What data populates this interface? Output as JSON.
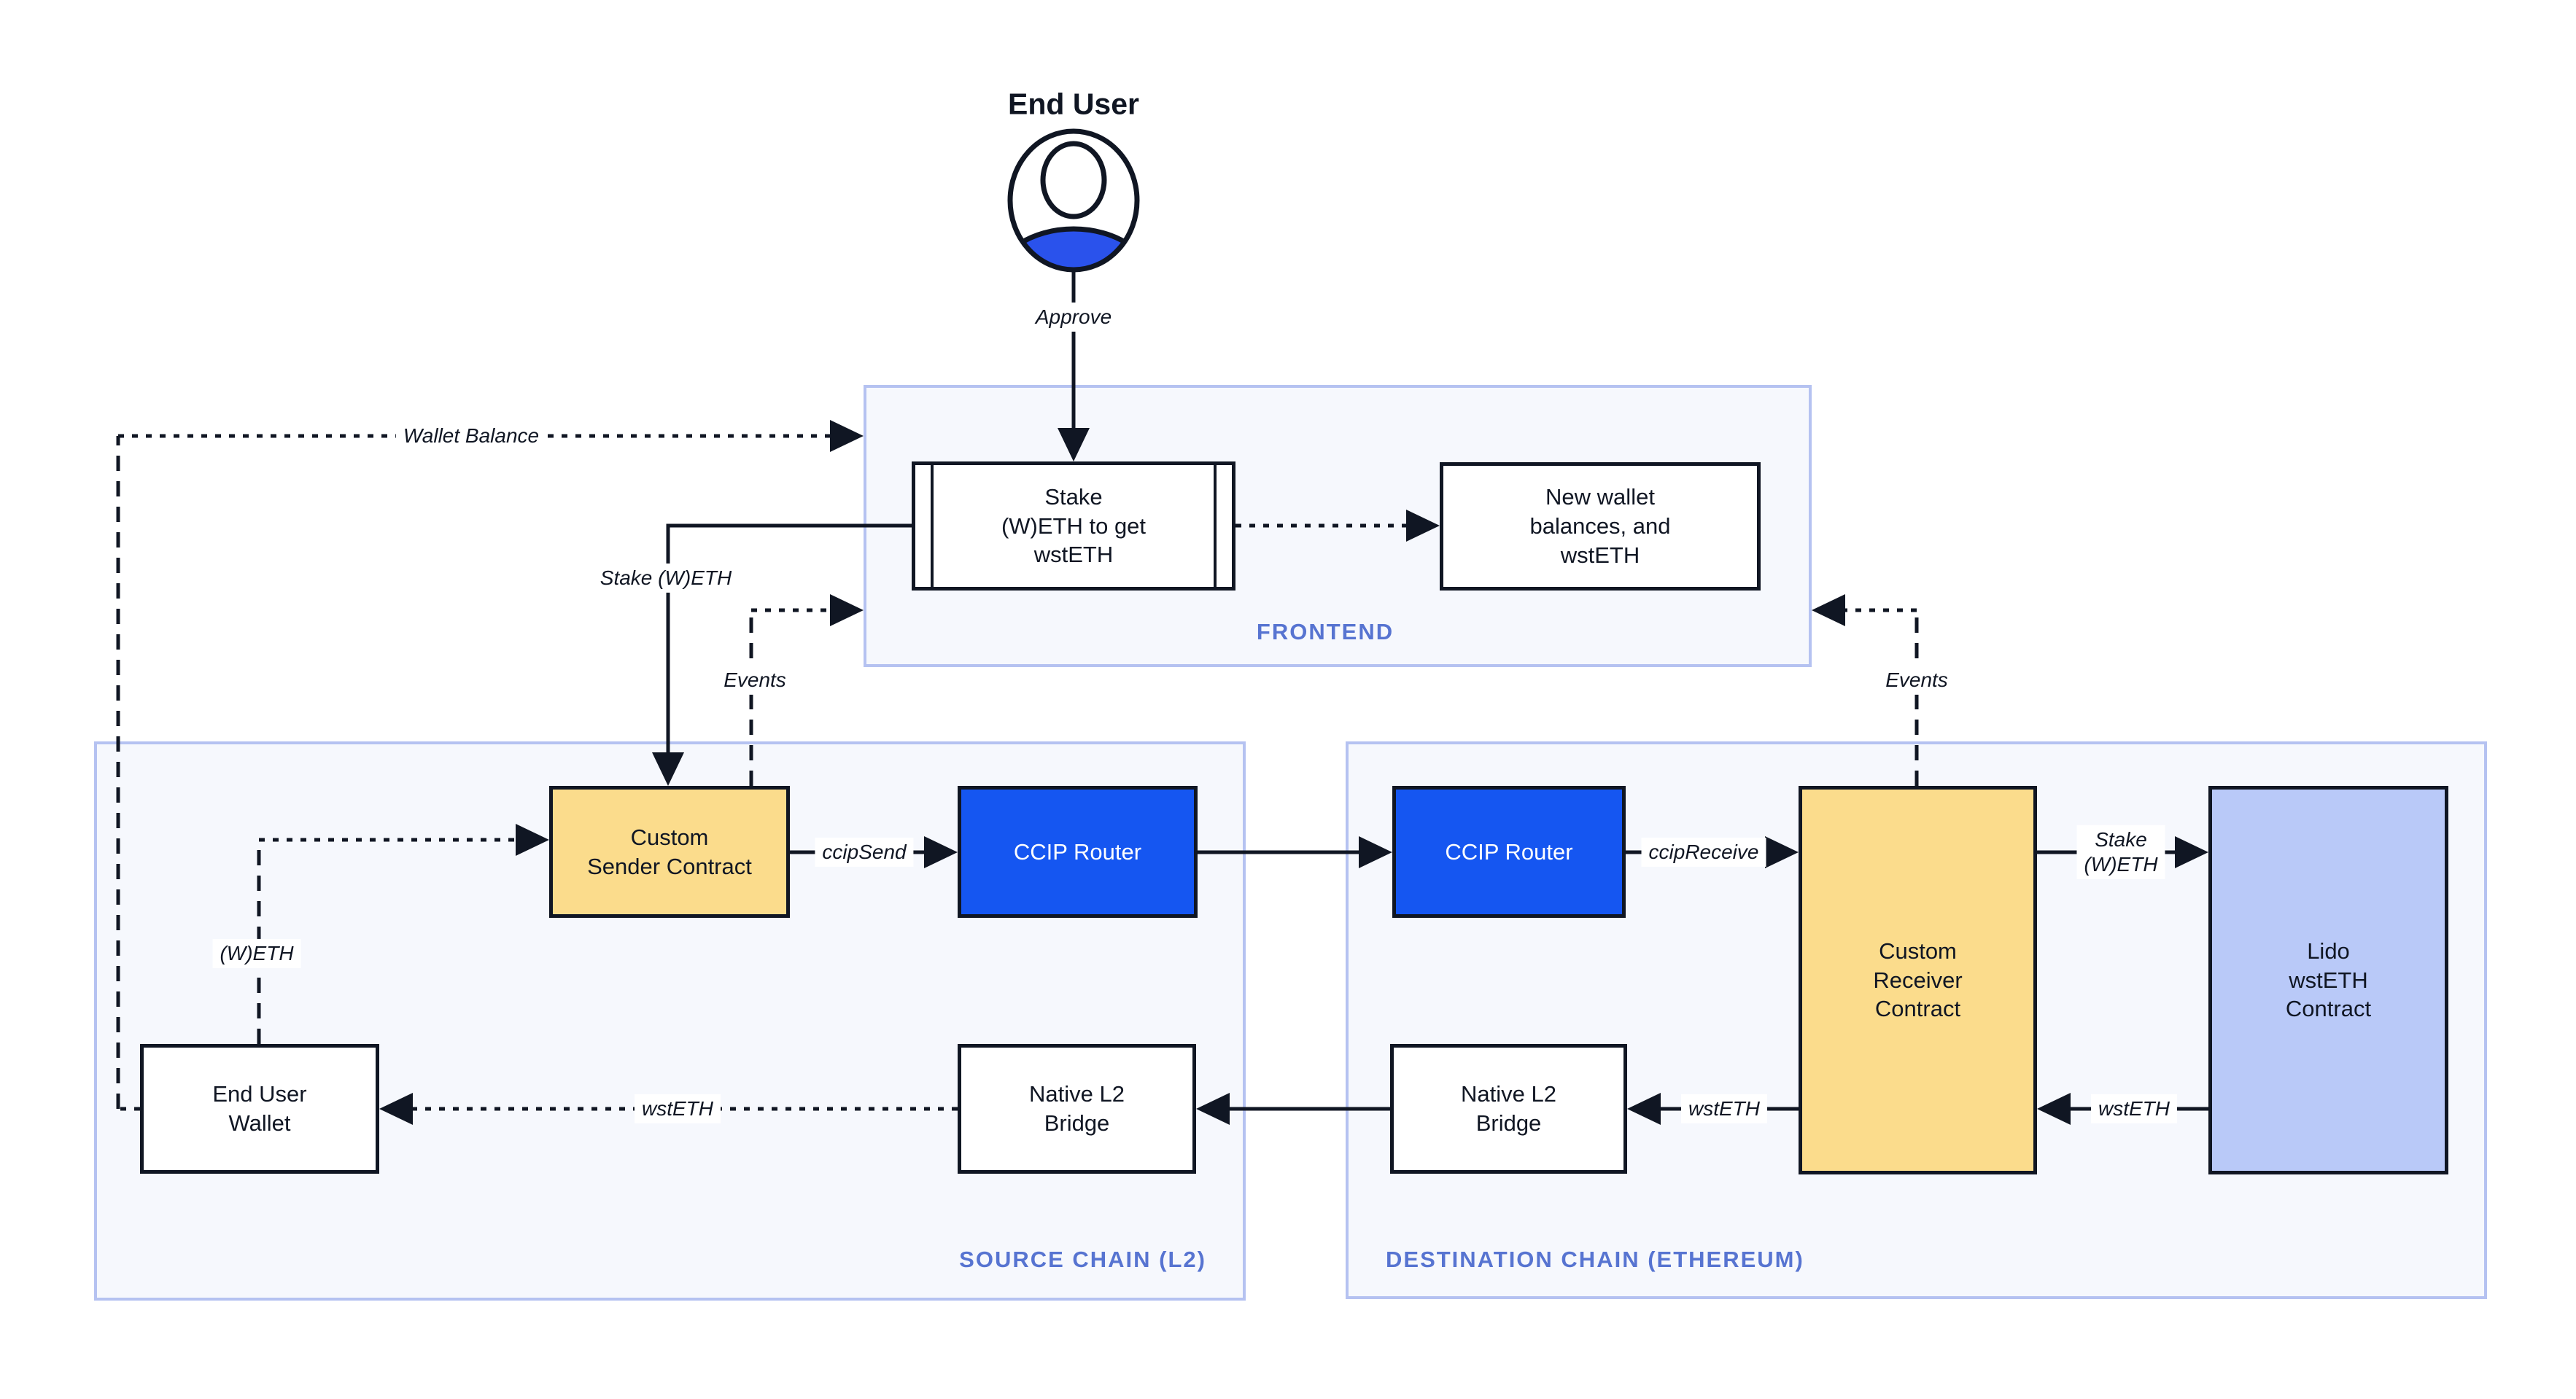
{
  "diagram_title": "End User",
  "colors": {
    "dark": "#101623",
    "router_blue": "#1556f1",
    "person_blue": "#2a52ec",
    "contract_yellow": "#fbdc8c",
    "lido_lavender": "#b9c9f8",
    "container_fill": "#f6f8fd",
    "container_border": "#b5c2f1",
    "chain_label_blue": "#5774d1",
    "white": "#ffffff"
  },
  "actor": {
    "title": "End User",
    "icon": "person-icon"
  },
  "frontend": {
    "label": "FRONTEND",
    "stake_box": "Stake\n(W)ETH to get\nwstETH",
    "new_wallet_box": "New wallet\nbalances, and\nwstETH"
  },
  "source_chain": {
    "label": "SOURCE CHAIN (L2)",
    "custom_sender": "Custom\nSender Contract",
    "ccip_router": "CCIP Router",
    "end_user_wallet": "End User\nWallet",
    "native_bridge": "Native L2\nBridge"
  },
  "destination_chain": {
    "label": "DESTINATION CHAIN (ETHEREUM)",
    "ccip_router": "CCIP Router",
    "custom_receiver": "Custom\nReceiver\nContract",
    "lido_contract": "Lido\nwstETH\nContract",
    "native_bridge": "Native L2\nBridge"
  },
  "edge_labels": {
    "approve": "Approve",
    "wallet_balance": "Wallet Balance",
    "stake_weth": "Stake (W)ETH",
    "events_left": "Events",
    "events_right": "Events",
    "ccip_send": "ccipSend",
    "ccip_receive": "ccipReceive",
    "stake_weth_right": "Stake\n(W)ETH",
    "weth": "(W)ETH",
    "wsteth_source": "wstETH",
    "wsteth_mid": "wstETH",
    "wsteth_right": "wstETH"
  }
}
